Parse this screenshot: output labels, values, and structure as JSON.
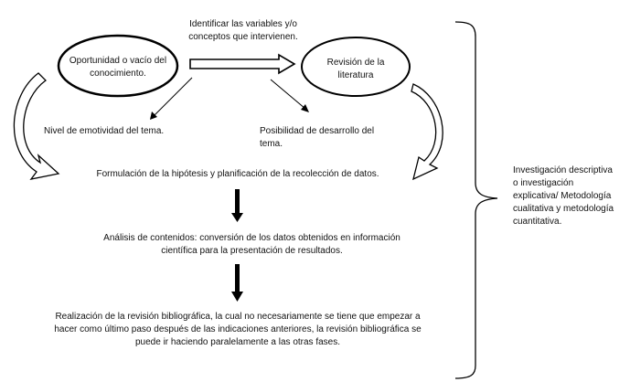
{
  "diagram": {
    "top_text": "Identificar las variables y/o\nconceptos que intervienen.",
    "ellipse_left": "Oportunidad o vacío del\nconocimiento.",
    "ellipse_right": "Revisión de la\nliteratura",
    "emotividad": "Nivel de emotividad del tema.",
    "desarrollo": "Posibilidad de desarrollo del\ntema.",
    "formulacion": "Formulación de la hipótesis y planificación de la recolección de datos.",
    "analisis": "Análisis de contenidos: conversión de los datos obtenidos en información\ncientífica para la presentación de resultados.",
    "realizacion": "Realización de la revisión bibliográfica, la cual no necesariamente se tiene que empezar a\nhacer como último paso después de las indicaciones anteriores, la revisión bibliográfica se\npuede ir haciendo paralelamente a las otras fases.",
    "side_note": "Investigación descriptiva\no investigación\nexplicativa/ Metodología\ncualitativa y metodología\ncuantitativa."
  }
}
